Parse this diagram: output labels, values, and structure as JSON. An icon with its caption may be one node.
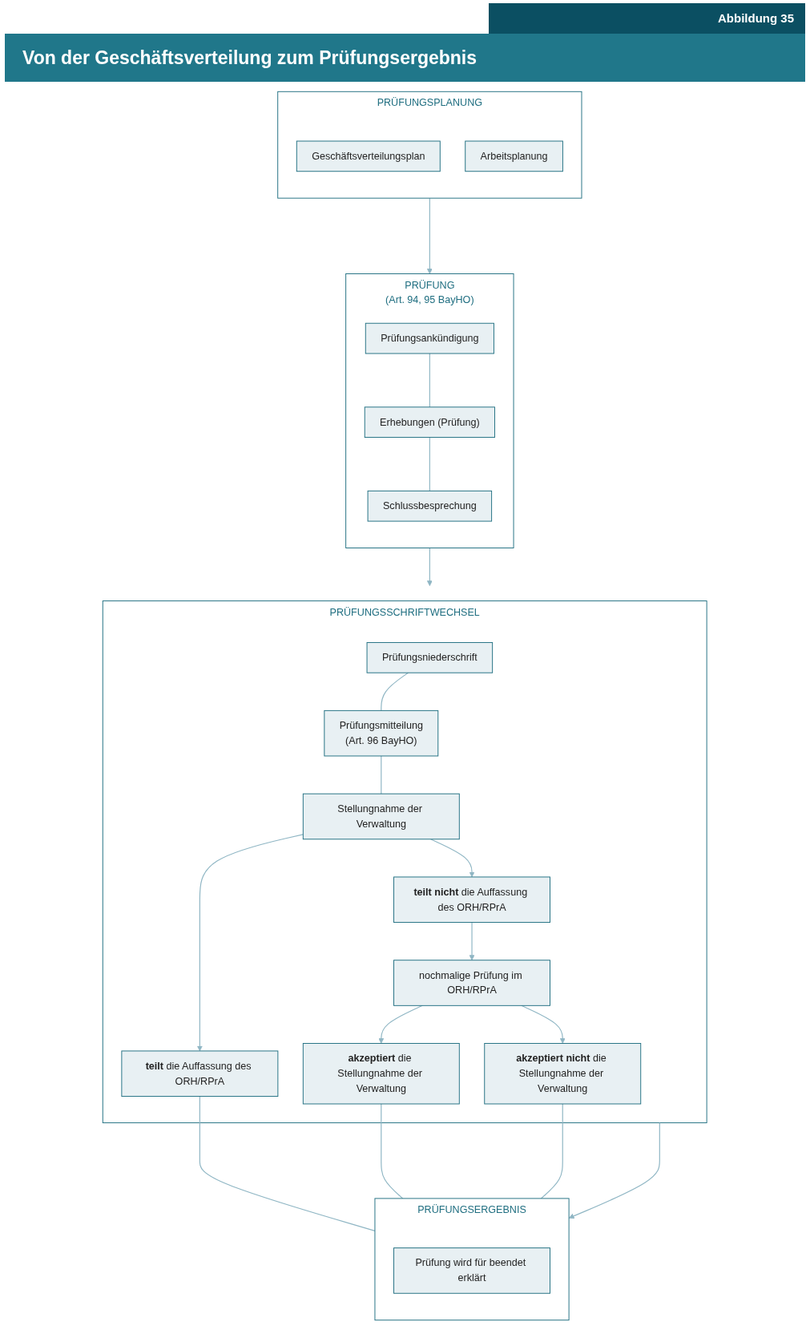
{
  "diagram": {
    "title": "Von der Geschäftsverteilung zum Prüfungsergebnis",
    "nodes": [
      {
        "text": [
          "PRÜFUNGSPLANUNG"
        ]
      },
      {
        "text": [
          "Geschäftsverteilungsplan"
        ],
        "in": 0
      },
      {
        "text": [
          "Arbeitsplanung"
        ],
        "in": 0
      },
      {
        "text": [
          "PRÜFUNG",
          "(Art. 94, 95 BayHO)"
        ]
      },
      {
        "text": [
          "Prüfungsankündigung"
        ],
        "in": 3
      },
      {
        "text": [
          "Erhebungen (Prüfung)"
        ],
        "in": 3
      },
      {
        "text": [
          "Schlussbesprechung"
        ],
        "in": 3
      },
      {
        "text": [
          "PRÜFUNGSSCHRIFTWECHSEL"
        ]
      },
      {
        "text": [
          "Prüfungsniederschrift"
        ],
        "in": 7
      },
      {
        "text": [
          "Prüfungsmitteilung",
          "(Art. 96 BayHO)"
        ],
        "in": 7
      },
      {
        "text": [
          "Stellungnahme der Verwaltung"
        ],
        "in": 7
      },
      {
        "text": [
          "**teilt** die Auffassung des ORH/RPrA"
        ],
        "in": 7
      },
      {
        "text": [
          "**teilt nicht** die Auffassung des ORH/RPrA"
        ],
        "in": 7
      },
      {
        "text": [
          "nochmalige Prüfung im ORH/RPrA"
        ],
        "in": 7
      },
      {
        "text": [
          "**akzeptiert** die Stellungnahme der Verwaltung"
        ],
        "in": 7
      },
      {
        "text": [
          "**akzeptiert nicht** die Stellungnahme der Verwaltung"
        ],
        "in": 7
      },
      {
        "text": [
          "PRÜFUNGSERGEBNIS"
        ]
      },
      {
        "text": [
          "Prüfung wird für beendet erklärt"
        ],
        "in": 16
      }
    ],
    "edges": [
      {
        "from": 0,
        "to": 3,
        "arrow": "to"
      },
      {
        "from": 4,
        "to": 5,
        "arrow": "none"
      },
      {
        "from": 5,
        "to": 6,
        "arrow": "none"
      },
      {
        "from": 3,
        "to": 7,
        "arrow": "to"
      },
      {
        "from": 8,
        "to": 9,
        "arrow": "none"
      },
      {
        "from": 9,
        "to": 10,
        "arrow": "none"
      },
      {
        "from": 10,
        "to": 11,
        "arrow": "to"
      },
      {
        "from": 10,
        "to": 12,
        "arrow": "to"
      },
      {
        "from": 12,
        "to": 13,
        "arrow": "to"
      },
      {
        "from": 13,
        "to": 14,
        "arrow": "to"
      },
      {
        "from": 13,
        "to": 15,
        "arrow": "to"
      },
      {
        "from": 11,
        "to": 16,
        "arrow": "none"
      },
      {
        "from": 14,
        "to": 16,
        "arrow": "none"
      },
      {
        "from": 15,
        "to": 16,
        "arrow": "none"
      },
      {
        "from": 7,
        "to": 16,
        "arrow": "to"
      }
    ],
    "labels": [
      "Abbildung 35"
    ]
  }
}
